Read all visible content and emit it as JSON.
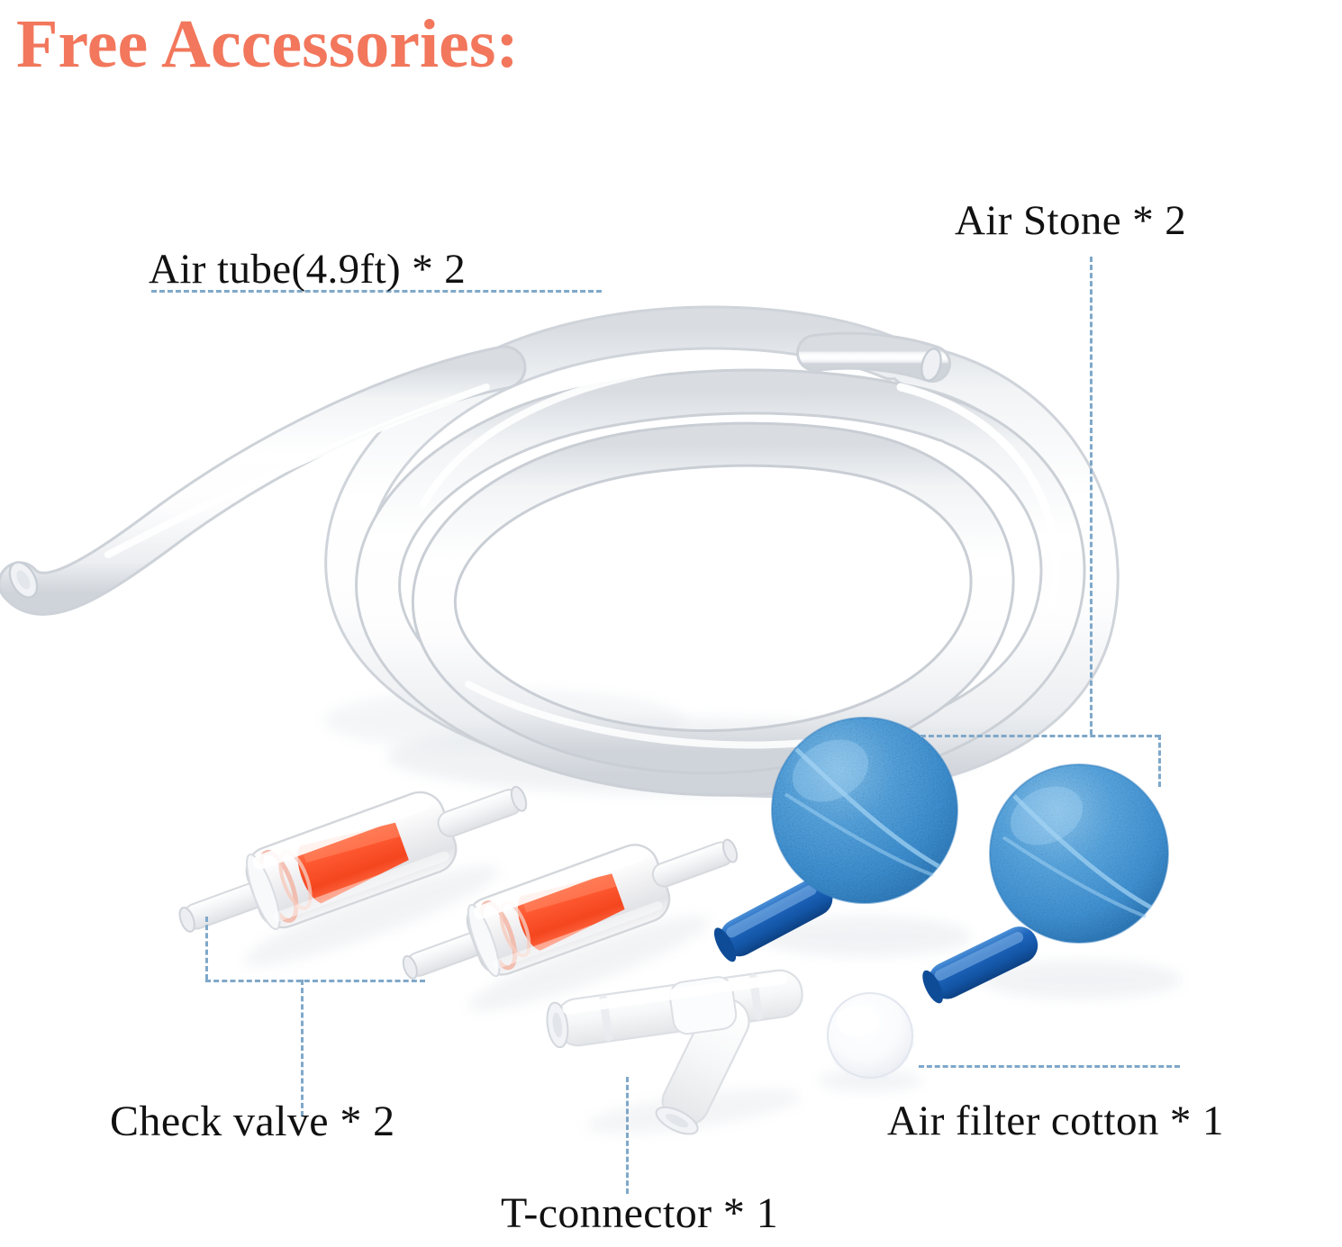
{
  "page": {
    "title": "Free Accessories:",
    "background_color": "#ffffff",
    "title_color": "#f2775c",
    "label_color": "#111111",
    "connector_color": "#7fa8c9"
  },
  "labels": {
    "air_tube": "Air tube(4.9ft) * 2",
    "air_stone": "Air Stone * 2",
    "check_valve": "Check valve * 2",
    "t_connector": "T-connector * 1",
    "air_filter_cotton": "Air filter cotton * 1"
  },
  "items": [
    {
      "name": "air-tube",
      "label": "Air tube(4.9ft) * 2",
      "quantity": 2,
      "color": "#ffffff",
      "note": "coiled translucent white silicone tubing"
    },
    {
      "name": "air-stone",
      "label": "Air Stone * 2",
      "quantity": 2,
      "color": "#4a9edc",
      "stem_color": "#1560b0",
      "note": "porous blue spherical air stone with blue stem"
    },
    {
      "name": "check-valve",
      "label": "Check valve * 2",
      "quantity": 2,
      "color": "#ff5533",
      "body_color": "#f2f2f2",
      "note": "clear body with orange-red internal cone valve"
    },
    {
      "name": "t-connector",
      "label": "T-connector * 1",
      "quantity": 1,
      "color": "#f4f4f4",
      "note": "translucent white plastic T fitting"
    },
    {
      "name": "air-filter-cotton",
      "label": "Air filter cotton * 1",
      "quantity": 1,
      "color": "#f7f8fb",
      "note": "fuzzy white round cotton filter pad"
    }
  ]
}
